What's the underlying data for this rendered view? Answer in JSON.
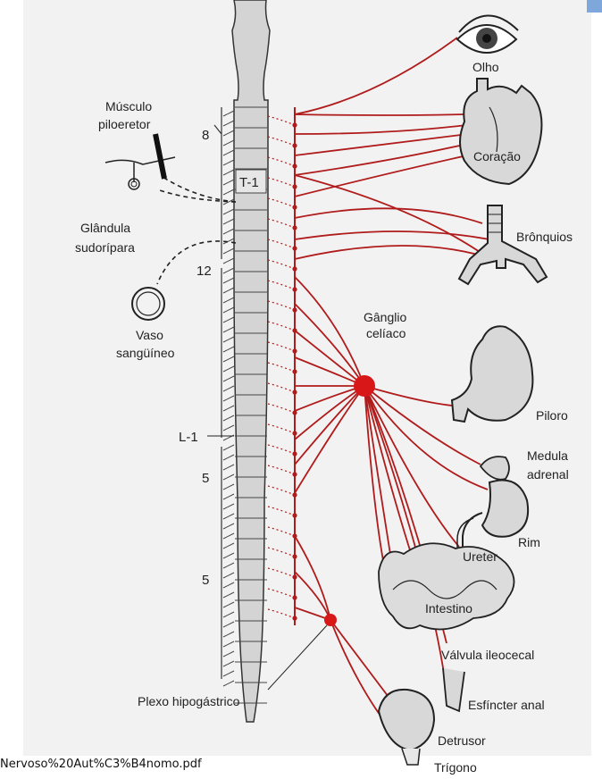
{
  "labels": {
    "olho": "Olho",
    "coracao": "Coração",
    "bronquios": "Brônquios",
    "ganglio_1": "Gânglio",
    "ganglio_2": "celíaco",
    "piloro": "Piloro",
    "medula_1": "Medula",
    "medula_2": "adrenal",
    "ureter": "Ureter",
    "rim": "Rim",
    "intestino": "Intestino",
    "valvula": "Válvula ileocecal",
    "esfincter": "Esfíncter anal",
    "detrusor": "Detrusor",
    "trigono": "Trígono",
    "plexo": "Plexo hipogástrico",
    "musculo_1": "Músculo",
    "musculo_2": "piloeretor",
    "glandula_1": "Glândula",
    "glandula_2": "sudorípara",
    "vaso_1": "Vaso",
    "vaso_2": "sangüíneo"
  },
  "spine_markers": {
    "n8": "8",
    "t1": "T-1",
    "n12": "12",
    "l1": "L-1",
    "n5a": "5",
    "n5b": "5"
  },
  "footer": {
    "filename": "Nervoso%20Aut%C3%B4nomo.pdf"
  },
  "colors": {
    "nerve": "#b01b1b",
    "ganglion": "#d81818",
    "cord": "#d4d4d4",
    "outline": "#333333",
    "panel": "#f2f2f2",
    "corner": "#7ea7dc"
  }
}
